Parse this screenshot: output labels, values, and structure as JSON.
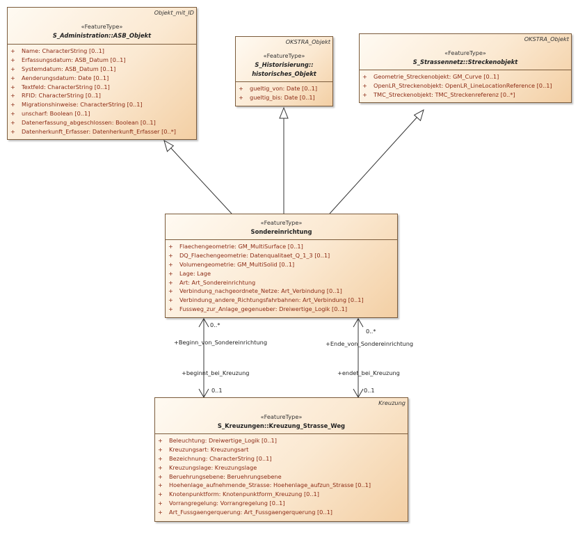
{
  "classes": {
    "asb_objekt": {
      "parent": "Objekt_mit_ID",
      "stereotype": "«FeatureType»",
      "name": "S_Administration::ASB_Objekt",
      "attributes": [
        "Name: CharacterString [0..1]",
        "Erfassungsdatum: ASB_Datum [0..1]",
        "Systemdatum: ASB_Datum [0..1]",
        "Aenderungsdatum: Date [0..1]",
        "Textfeld: CharacterString [0..1]",
        "RFID: CharacterString [0..1]",
        "Migrationshinweise: CharacterString [0..1]",
        "unscharf: Boolean [0..1]",
        "Datenerfassung_abgeschlossen: Boolean [0..1]",
        "Datenherkunft_Erfasser: Datenherkunft_Erfasser [0..*]"
      ]
    },
    "historisches_objekt": {
      "parent": "OKSTRA_Objekt",
      "stereotype": "«FeatureType»",
      "name_line1": "S_Historisierung::",
      "name_line2": "historisches_Objekt",
      "attributes": [
        "gueltig_von: Date [0..1]",
        "gueltig_bis: Date [0..1]"
      ]
    },
    "streckenobjekt": {
      "parent": "OKSTRA_Objekt",
      "stereotype": "«FeatureType»",
      "name": "S_Strassennetz::Streckenobjekt",
      "attributes": [
        "Geometrie_Streckenobjekt: GM_Curve [0..1]",
        "OpenLR_Streckenobjekt: OpenLR_LineLocationReference [0..1]",
        "TMC_Streckenobjekt: TMC_Streckenreferenz [0..*]"
      ]
    },
    "sondereinrichtung": {
      "stereotype": "«FeatureType»",
      "name": "Sondereinrichtung",
      "attributes": [
        "Flaechengeometrie: GM_MultiSurface [0..1]",
        "DQ_Flaechengeometrie: Datenqualitaet_Q_1_3 [0..1]",
        "Volumengeometrie: GM_MultiSolid [0..1]",
        "Lage: Lage",
        "Art: Art_Sondereinrichtung",
        "Verbindung_nachgeordnete_Netze: Art_Verbindung [0..1]",
        "Verbindung_andere_Richtungsfahrbahnen: Art_Verbindung [0..1]",
        "Fussweg_zur_Anlage_gegenueber: Dreiwertige_Logik [0..1]"
      ]
    },
    "kreuzung": {
      "parent": "Kreuzung",
      "stereotype": "«FeatureType»",
      "name": "S_Kreuzungen::Kreuzung_Strasse_Weg",
      "attributes": [
        "Beleuchtung: Dreiwertige_Logik [0..1]",
        "Kreuzungsart: Kreuzungsart",
        "Bezeichnung: CharacterString [0..1]",
        "Kreuzungslage: Kreuzungslage",
        "Beruehrungsebene: Beruehrungsebene",
        "Hoehenlage_aufnehmende_Strasse: Hoehenlage_aufzun_Strasse [0..1]",
        "Knotenpunktform: Knotenpunktform_Kreuzung [0..1]",
        "Vorrangregelung: Vorrangregelung [0..1]",
        "Art_Fussgaengerquerung: Art_Fussgaengerquerung [0..1]"
      ]
    }
  },
  "attribute_marker": "+",
  "associations": {
    "beginn": {
      "upper_mult": "0..*",
      "upper_role": "+Beginn_von_Sondereinrichtung",
      "lower_role": "+beginnt_bei_Kreuzung",
      "lower_mult": "0..1"
    },
    "ende": {
      "upper_mult": "0..*",
      "upper_role": "+Ende_von_Sondereinrichtung",
      "lower_role": "+endet_bei_Kreuzung",
      "lower_mult": "0..1"
    }
  }
}
